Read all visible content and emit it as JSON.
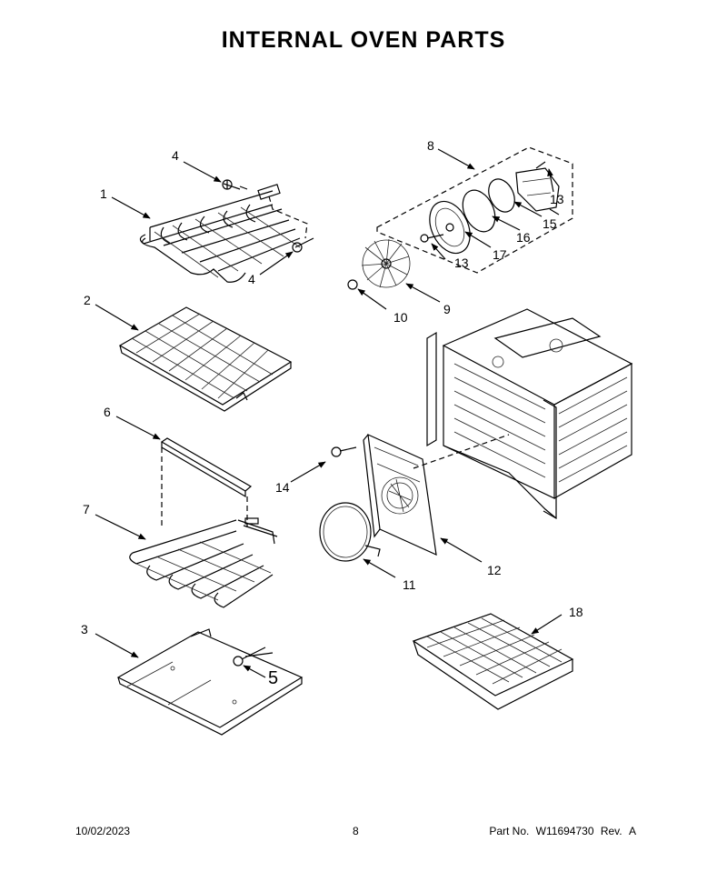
{
  "title": "INTERNAL OVEN PARTS",
  "callouts": [
    {
      "id": "c1",
      "label": "1"
    },
    {
      "id": "c2",
      "label": "2"
    },
    {
      "id": "c3",
      "label": "3"
    },
    {
      "id": "c4a",
      "label": "4"
    },
    {
      "id": "c4b",
      "label": "4"
    },
    {
      "id": "c5",
      "label": "5"
    },
    {
      "id": "c6",
      "label": "6"
    },
    {
      "id": "c7",
      "label": "7"
    },
    {
      "id": "c8",
      "label": "8"
    },
    {
      "id": "c9",
      "label": "9"
    },
    {
      "id": "c10",
      "label": "10"
    },
    {
      "id": "c11",
      "label": "11"
    },
    {
      "id": "c12",
      "label": "12"
    },
    {
      "id": "c13a",
      "label": "13"
    },
    {
      "id": "c13b",
      "label": "13"
    },
    {
      "id": "c14",
      "label": "14"
    },
    {
      "id": "c15",
      "label": "15"
    },
    {
      "id": "c16",
      "label": "16"
    },
    {
      "id": "c17",
      "label": "17"
    },
    {
      "id": "c18",
      "label": "18"
    }
  ],
  "footer": {
    "date": "10/02/2023",
    "page": "8",
    "part_label": "Part No.",
    "part_number": "W11694730",
    "rev_label": "Rev.",
    "rev": "A"
  }
}
